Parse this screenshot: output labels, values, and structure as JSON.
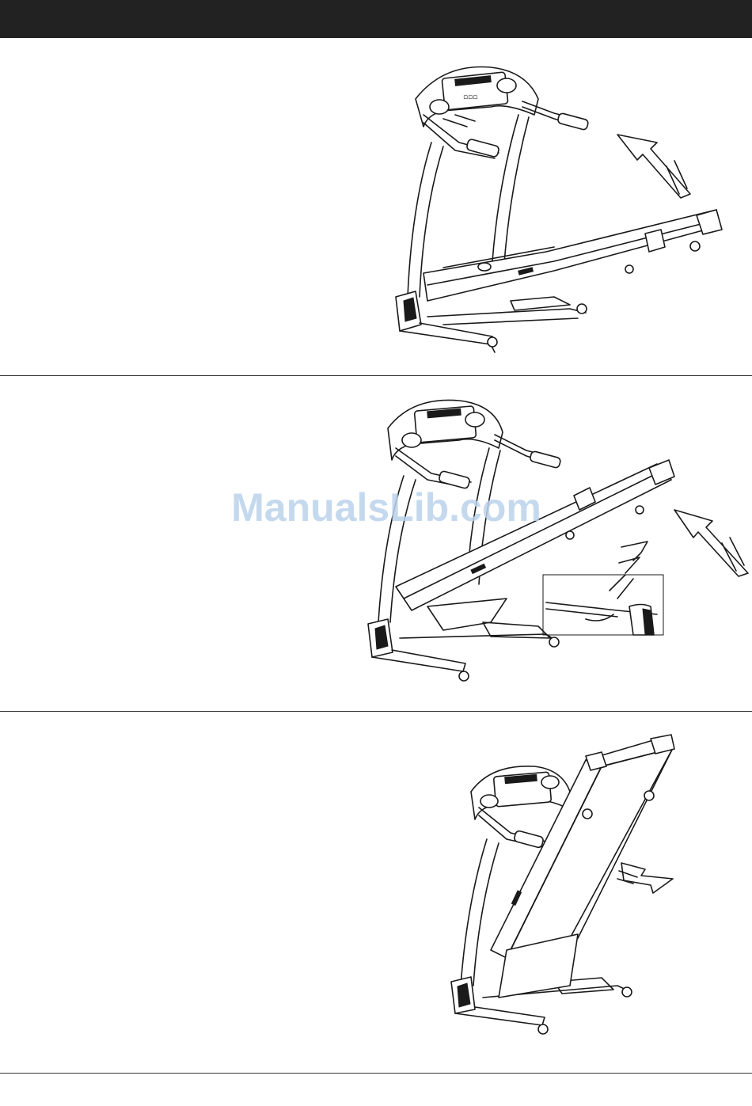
{
  "watermark": {
    "text": "ManualsLib.com"
  },
  "header": {
    "color": "#222222"
  },
  "illustrations": [
    {
      "name": "treadmill-flat",
      "icon": "treadmill-unfolded-illustration"
    },
    {
      "name": "treadmill-lifting",
      "icon": "treadmill-folding-illustration"
    },
    {
      "name": "treadmill-folded",
      "icon": "treadmill-folded-illustration"
    }
  ]
}
